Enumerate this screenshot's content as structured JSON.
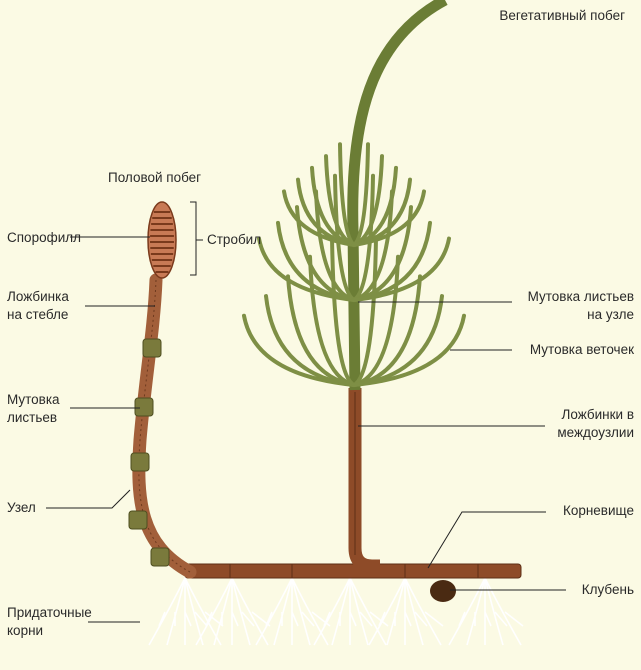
{
  "labels": {
    "vegetative_shoot": "Вегетативный побег",
    "fertile_shoot": "Половой побег",
    "sporophyll": "Спорофилл",
    "strobilus": "Стробил",
    "stem_groove_1": "Ложбинка",
    "stem_groove_2": "на стебле",
    "leaf_whorl_1": "Мутовка",
    "leaf_whorl_2": "листьев",
    "node": "Узел",
    "adventitious_roots_1": "Придаточные",
    "adventitious_roots_2": "корни",
    "node_leaf_whorl_1": "Мутовка листьев",
    "node_leaf_whorl_2": "на узле",
    "branch_whorl": "Мутовка веточек",
    "internode_grooves_1": "Ложбинки в",
    "internode_grooves_2": "междоузлии",
    "rhizome": "Корневище",
    "tuber": "Клубень"
  },
  "colors": {
    "background": "#fbfae4",
    "green_stem": "#6b7d35",
    "branch": "#7e8f45",
    "brown_stem": "#a25f3a",
    "rhizome": "#8e4b28",
    "tuber": "#4a2a12",
    "root": "#ffffff"
  }
}
